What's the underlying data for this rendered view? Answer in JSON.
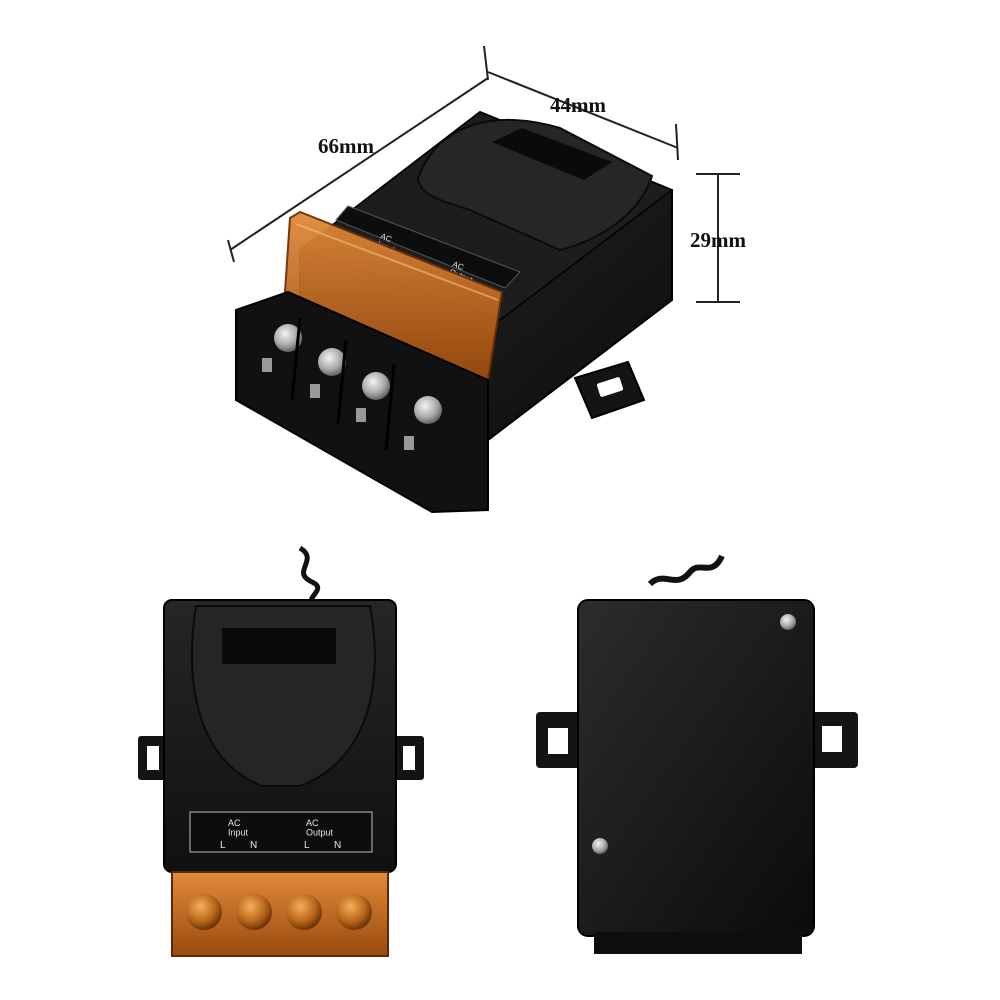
{
  "dimensions": {
    "length": "66mm",
    "width": "44mm",
    "height": "29mm"
  },
  "terminal_labels": {
    "input": "AC\nInput",
    "output": "AC\nOutput",
    "l": "L",
    "n": "N"
  },
  "colors": {
    "housing": "#1a1a1a",
    "cover": "#c8661c",
    "screw": "#b9b9b9"
  }
}
